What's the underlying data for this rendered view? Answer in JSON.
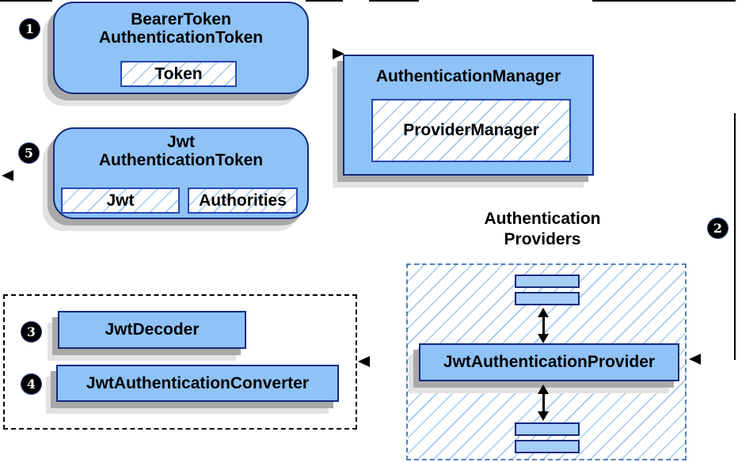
{
  "diagram": {
    "badges": {
      "step1": "1",
      "step2": "2",
      "step3": "3",
      "step4": "4",
      "step5": "5"
    },
    "bearer_token_box": {
      "title_line1": "BearerToken",
      "title_line2": "AuthenticationToken",
      "chip": "Token"
    },
    "authentication_manager_box": {
      "title": "AuthenticationManager",
      "chip": "ProviderManager"
    },
    "jwt_token_box": {
      "title_line1": "Jwt",
      "title_line2": "AuthenticationToken",
      "chip_jwt": "Jwt",
      "chip_authorities": "Authorities"
    },
    "providers_group": {
      "label_line1": "Authentication",
      "label_line2": "Providers",
      "provider_label": "JwtAuthenticationProvider"
    },
    "decoder_group": {
      "decoder_label": "JwtDecoder",
      "converter_label": "JwtAuthenticationConverter"
    },
    "colors": {
      "box_fill": "#8FC3F7",
      "bar_fill": "#A6CEF8",
      "box_border": "#14297C",
      "chip_border": "#2946B1",
      "hatch_line": "#A5C8EA",
      "dashed_blue_border": "#4F81BD",
      "dashed_black_border": "#000000",
      "shadow_dark": "#A9A9A9",
      "shadow_light": "#E2E2E2",
      "arrow": "#000000",
      "badge_bg": "#000000",
      "badge_text": "#FFFFFF"
    }
  }
}
